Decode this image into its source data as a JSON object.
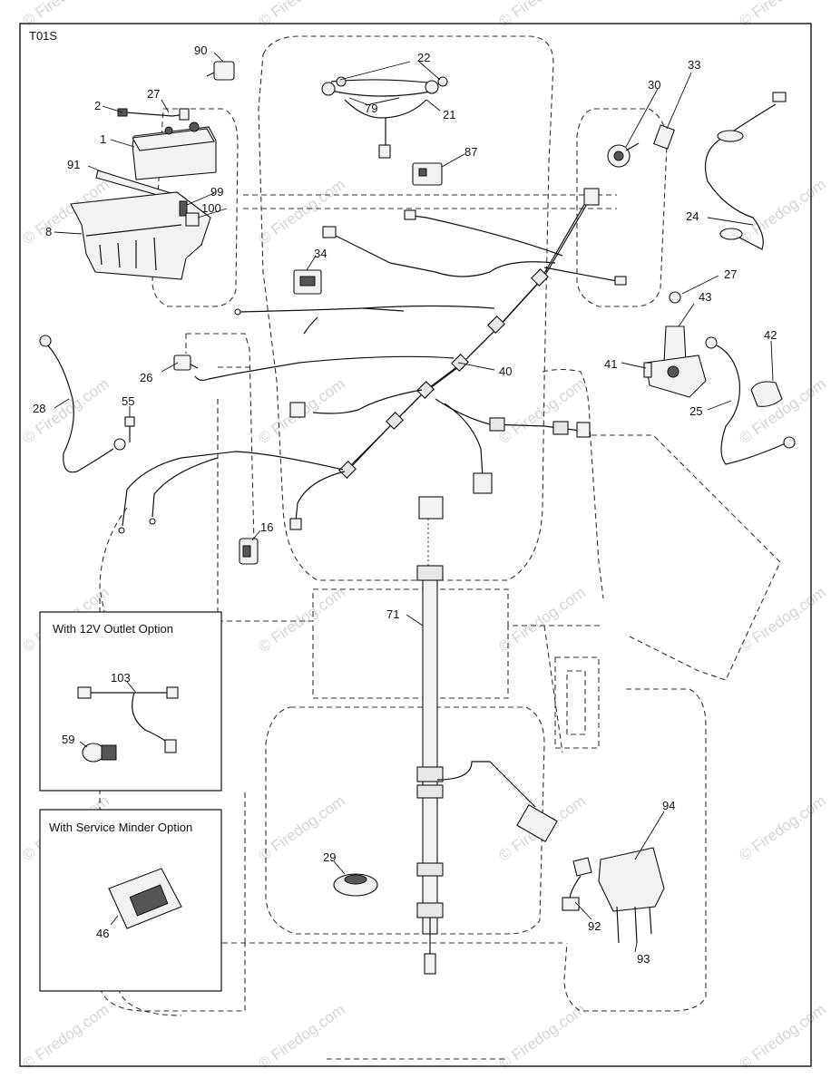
{
  "diagram_code": "T01S",
  "watermark": "© Firedog.com",
  "insets": {
    "outlet_title": "With 12V Outlet Option",
    "minder_title": "With Service Minder Option"
  },
  "callouts": {
    "c1": "1",
    "c2": "2",
    "c8": "8",
    "c16": "16",
    "c21": "21",
    "c22": "22",
    "c24": "24",
    "c25": "25",
    "c26": "26",
    "c27a": "27",
    "c27b": "27",
    "c28": "28",
    "c29": "29",
    "c30": "30",
    "c33": "33",
    "c34": "34",
    "c40": "40",
    "c41": "41",
    "c42": "42",
    "c43": "43",
    "c46": "46",
    "c55": "55",
    "c59": "59",
    "c71": "71",
    "c79": "79",
    "c87": "87",
    "c90": "90",
    "c91": "91",
    "c92": "92",
    "c93": "93",
    "c94": "94",
    "c99": "99",
    "c100": "100",
    "c103": "103"
  }
}
